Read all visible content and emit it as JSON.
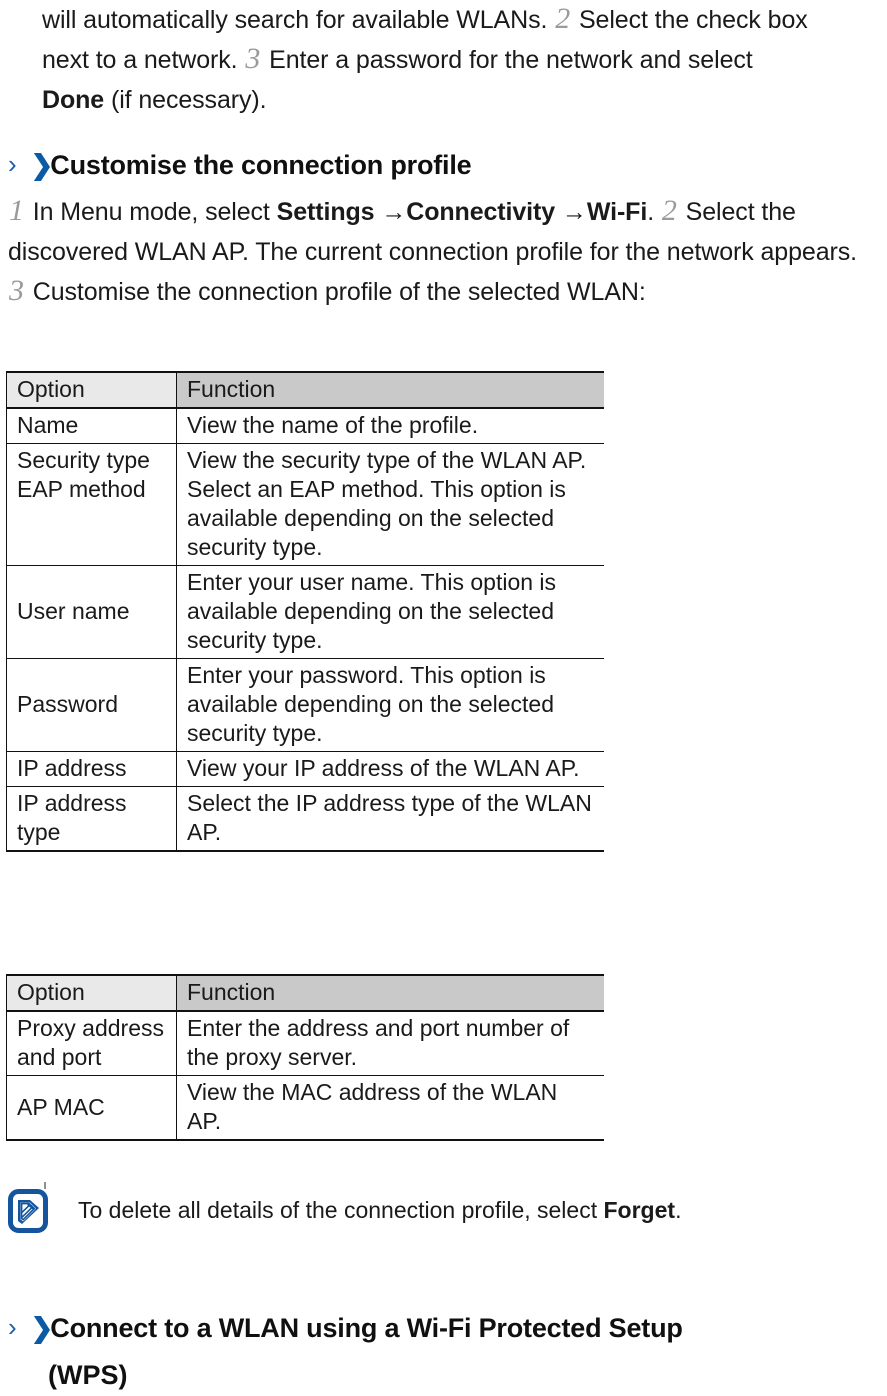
{
  "document": {
    "intro_paragraph": {
      "segments": [
        {
          "type": "text",
          "value": "will automatically search for available WLANs. "
        },
        {
          "type": "stepnum",
          "value": "2"
        },
        {
          "type": "text",
          "value": " Select the check box next to a network. "
        },
        {
          "type": "stepnum",
          "value": "3"
        },
        {
          "type": "text",
          "value": " Enter a password for the network and select "
        },
        {
          "type": "bold",
          "value": "Done"
        },
        {
          "type": "text",
          "value": " (if necessary)."
        }
      ],
      "line1": "will automatically search for available WLANs.",
      "line1_num": "2",
      "line1_rest": "Select the check box",
      "line2_a": "next to a network.",
      "line2_num": "3",
      "line2_rest": "Enter a password for the network and select",
      "line3_bold": "Done",
      "line3_rest": "(if necessary)."
    },
    "heading_customise": {
      "chevron_thin": "›",
      "chevron_bold": "❯",
      "title": "Customise the connection profile"
    },
    "steps_customise": {
      "num1": "1",
      "t1": "In Menu mode, select ",
      "b1": "Settings",
      "arrow1": "→",
      "b2": "Connectivity",
      "arrow2": "→",
      "b3": "Wi-Fi",
      "t2": ". ",
      "num2": "2",
      "t3": " Select the discovered WLAN AP. The current connection profile for the network appears. ",
      "num3": "3",
      "t4": " Customise the connection profile of the selected WLAN:"
    },
    "table_profile": {
      "headers": [
        "Option",
        "Function"
      ],
      "rows": [
        {
          "option": "Name",
          "function": "View the name of the profile.",
          "option_align": "top"
        },
        {
          "option": "Security type EAP method",
          "function": "View the security type of the WLAN AP. Select an EAP method. This option is available depending on the selected security type.",
          "option_align": "top"
        },
        {
          "option": "User name",
          "function": "Enter your user name. This option is available depending on the selected security type.",
          "option_align": "middle"
        },
        {
          "option": "Password",
          "function": "Enter your password. This option is available depending on the selected security type.",
          "option_align": "middle"
        },
        {
          "option": "IP address",
          "function": "View your IP address of the WLAN AP.",
          "option_align": "middle"
        },
        {
          "option": "IP address type",
          "function": "Select the IP address type of the WLAN AP.",
          "option_align": "top"
        }
      ]
    },
    "table_proxy": {
      "headers": [
        "Option",
        "Function"
      ],
      "rows": [
        {
          "option": "Proxy address and port",
          "function": "Enter the address and port number of the proxy server.",
          "option_align": "top"
        },
        {
          "option": "AP MAC",
          "function": "View the MAC address of the WLAN AP.",
          "option_align": "middle"
        }
      ]
    },
    "note": {
      "icon": "note-pencil-icon",
      "text_before": "To delete all details of the connection profile, select ",
      "bold": "Forget",
      "text_after": "."
    },
    "heading_wps": {
      "chevron_thin": "›",
      "chevron_bold": "❯",
      "title_line1": "Connect to a WLAN using a Wi-Fi Protected Setup",
      "title_line2": "(WPS)"
    },
    "colors": {
      "accent_blue": "#0b5aa5",
      "chevron_blue": "#1f5fa8",
      "header_option_bg": "#e9e9e9",
      "header_function_bg": "#c9c9c9",
      "rule": "#111111",
      "stepnum_grey": "#9a9a9a",
      "text": "#1a1a1a"
    }
  }
}
